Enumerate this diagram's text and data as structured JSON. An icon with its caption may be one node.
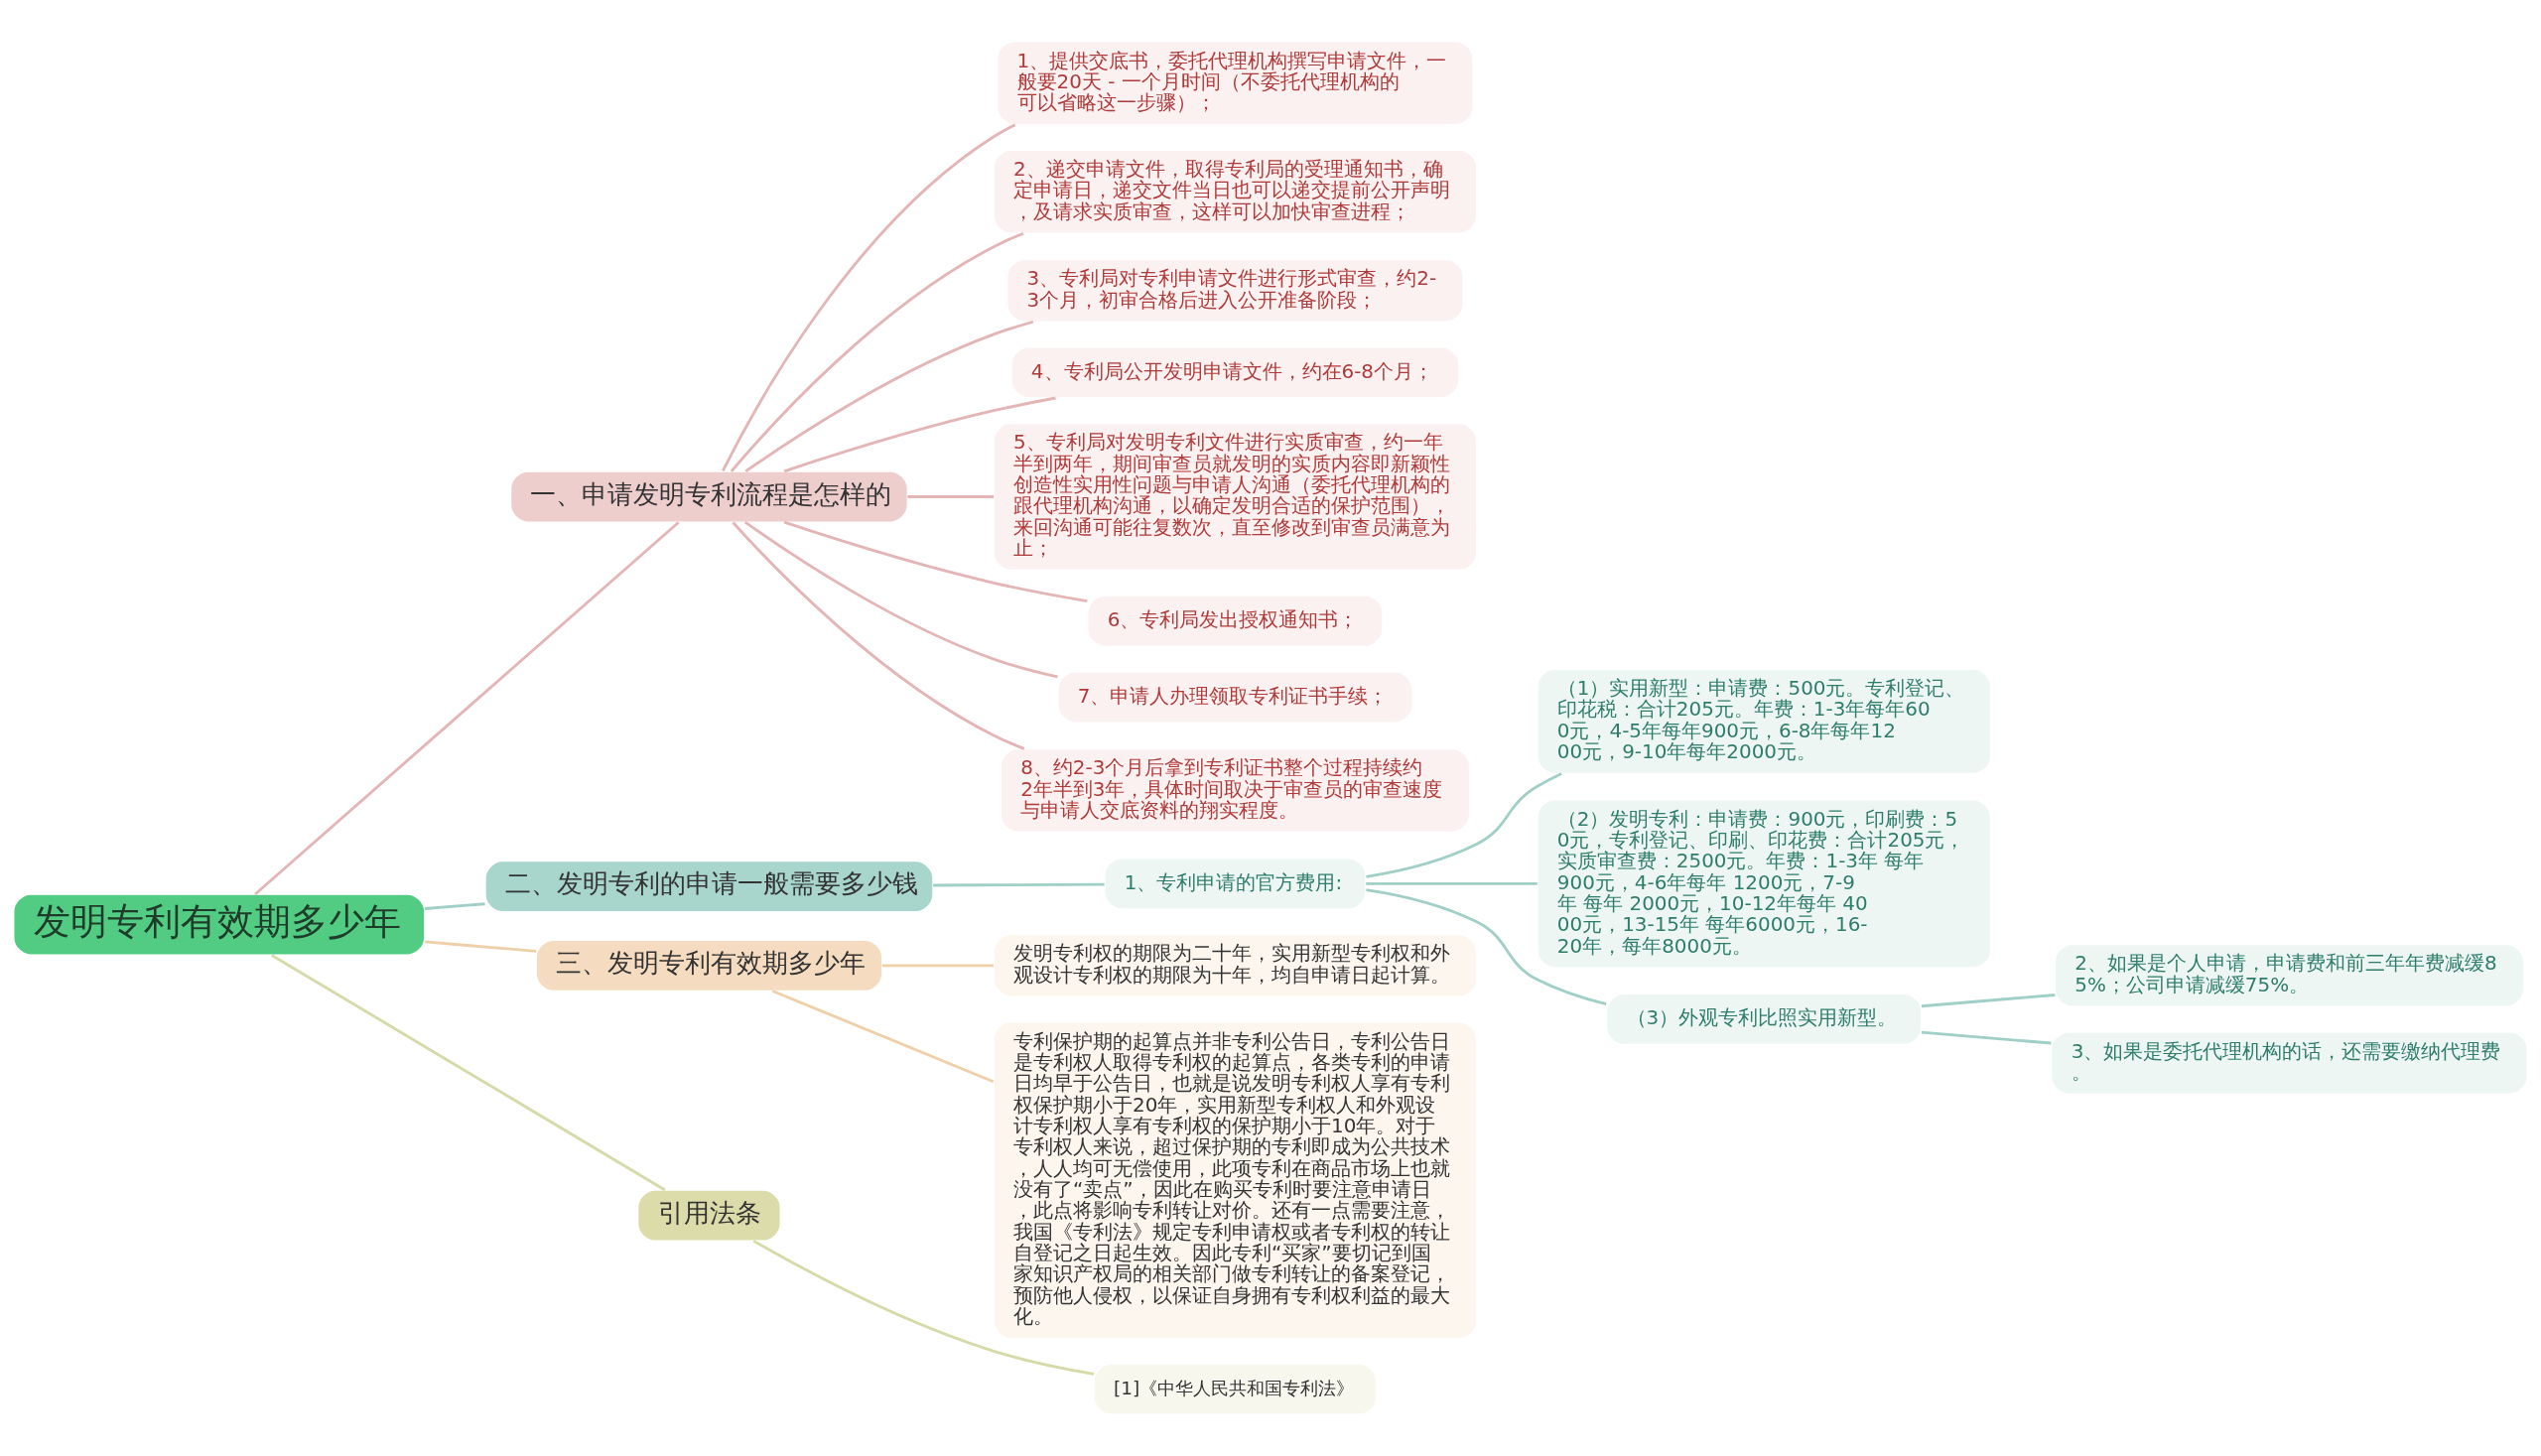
{
  "diagram": {
    "nodes": [
      {
        "text": [
          "发明专利有效期多少年"
        ]
      },
      {
        "text": [
          "一、申请发明专利流程是怎样的"
        ]
      },
      {
        "text": [
          "1、提供交底书，委托代理机构撰写申请文件，一般要20天 - 一个月时间（不委托代理机构的可以省略这一步骤）；"
        ]
      },
      {
        "text": [
          "2、递交申请文件，取得专利局的受理通知书，确定申请日，递交文件当日也可以递交提前公开声明，及请求实质审查，这样可以加快审查进程；"
        ]
      },
      {
        "text": [
          "3、专利局对专利申请文件进行形式审查，约2-3个月，初审合格后进入公开准备阶段；"
        ]
      },
      {
        "text": [
          "4、专利局公开发明申请文件，约在6-8个月；"
        ]
      },
      {
        "text": [
          "5、专利局对发明专利文件进行实质审查，约一年半到两年，期间审查员就发明的实质内容即新颖性创造性实用性问题与申请人沟通（委托代理机构的跟代理机构沟通，以确定发明合适的保护范围），来回沟通可能往复数次，直至修改到审查员满意为止；"
        ]
      },
      {
        "text": [
          "6、专利局发出授权通知书；"
        ]
      },
      {
        "text": [
          "7、申请人办理领取专利证书手续；"
        ]
      },
      {
        "text": [
          "8、约2-3个月后拿到专利证书整个过程持续约2年半到3年，具体时间取决于审查员的审查速度与申请人交底资料的翔实程度。"
        ]
      },
      {
        "text": [
          "二、发明专利的申请一般需要多少钱"
        ]
      },
      {
        "text": [
          "1、专利申请的官方费用:"
        ]
      },
      {
        "text": [
          "（1）实用新型：申请费：500元。专利登记、印花税：合计205元。年费：1-3年每年600元，4-5年每年900元，6-8年每年1200元，9-10年每年2000元。"
        ]
      },
      {
        "text": [
          "（2）发明专利：申请费：900元，印刷费：50元，专利登记、印刷、印花费：合计205元，实质审查费：2500元。年费：1-3年 每年900元，4-6年每年 1200元，7-9年 每年 2000元，10-12年每年 4000元，13-15年 每年6000元，16-20年，每年8000元。"
        ]
      },
      {
        "text": [
          "（3）外观专利比照实用新型。"
        ]
      },
      {
        "text": [
          "2、如果是个人申请，申请费和前三年年费减缓85%；公司申请减缓75%。"
        ]
      },
      {
        "text": [
          "3、如果是委托代理机构的话，还需要缴纳代理费。"
        ]
      },
      {
        "text": [
          "三、发明专利有效期多少年"
        ]
      },
      {
        "text": [
          "发明专利权的期限为二十年，实用新型专利权和外观设计专利权的期限为十年，均自申请日起计算。"
        ]
      },
      {
        "text": [
          "专利保护期的起算点并非专利公告日，专利公告日是专利权人取得专利权的起算点，各类专利的申请日均早于公告日，也就是说发明专利权人享有专利权保护期小于20年，实用新型专利权人和外观设计专利权人享有专利权的保护期小于10年。对于专利权人来说，超过保护期的专利即成为公共技术，人人均可无偿使用，此项专利在商品市场上也就没有了“卖点”，因此在购买专利时要注意申请日，此点将影响专利转让对价。还有一点需要注意，我国《专利法》规定专利申请权或者专利权的转让自登记之日起生效。因此专利“买家”要切记到国家知识产权局的相关部门做专利转让的备案登记，预防他人侵权，以保证自身拥有专利权利益的最大化。"
        ]
      },
      {
        "text": [
          "引用法条"
        ]
      },
      {
        "text": [
          "[1]《中华人民共和国专利法》"
        ]
      }
    ],
    "edges": [
      {
        "from": 0,
        "to": 1,
        "arrow": "none"
      },
      {
        "from": 1,
        "to": 2,
        "arrow": "none"
      },
      {
        "from": 1,
        "to": 3,
        "arrow": "none"
      },
      {
        "from": 1,
        "to": 4,
        "arrow": "none"
      },
      {
        "from": 1,
        "to": 5,
        "arrow": "none"
      },
      {
        "from": 1,
        "to": 6,
        "arrow": "none"
      },
      {
        "from": 1,
        "to": 7,
        "arrow": "none"
      },
      {
        "from": 1,
        "to": 8,
        "arrow": "none"
      },
      {
        "from": 1,
        "to": 9,
        "arrow": "none"
      },
      {
        "from": 0,
        "to": 10,
        "arrow": "none",
        "color": "#9fcfc6"
      },
      {
        "from": 10,
        "to": 11,
        "arrow": "none",
        "color": "#9fcfc6"
      },
      {
        "from": 11,
        "to": 12,
        "arrow": "none",
        "color": "#9fcfc6"
      },
      {
        "from": 11,
        "to": 13,
        "arrow": "none",
        "color": "#9fcfc6"
      },
      {
        "from": 11,
        "to": 14,
        "arrow": "none",
        "color": "#9fcfc6"
      },
      {
        "from": 14,
        "to": 15,
        "arrow": "none",
        "color": "#9fcfc6"
      },
      {
        "from": 14,
        "to": 16,
        "arrow": "none",
        "color": "#9fcfc6"
      },
      {
        "from": 0,
        "to": 17,
        "arrow": "none",
        "color": "#eecfa8"
      },
      {
        "from": 17,
        "to": 18,
        "arrow": "none",
        "color": "#eecfa8"
      },
      {
        "from": 17,
        "to": 19,
        "arrow": "none",
        "color": "#eecfa8"
      },
      {
        "from": 0,
        "to": 20,
        "arrow": "none",
        "color": "#d6d9a8"
      },
      {
        "from": 20,
        "to": 21,
        "arrow": "none",
        "color": "#d6d9a8"
      }
    ]
  }
}
